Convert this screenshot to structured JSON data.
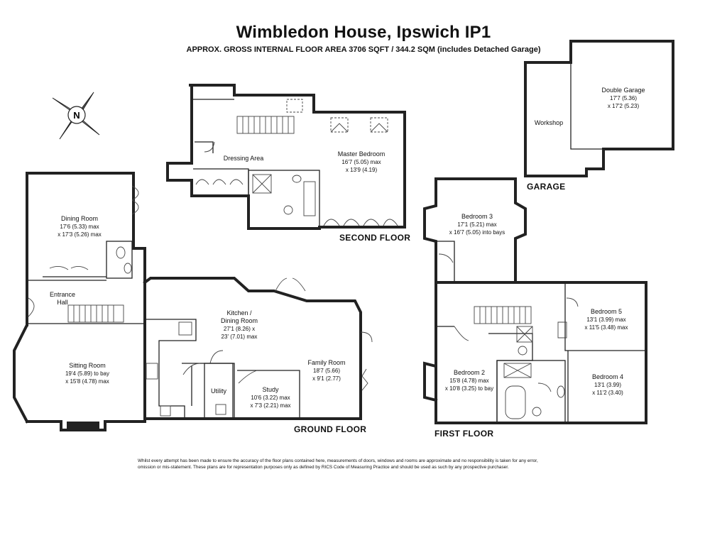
{
  "title": "Wimbledon House, Ipswich IP1",
  "subtitle": "APPROX. GROSS INTERNAL FLOOR AREA 3706 SQFT / 344.2 SQM (includes Detached Garage)",
  "compass": {
    "letter": "N",
    "icon": "compass-rose-icon"
  },
  "floors": {
    "ground": "GROUND FLOOR",
    "first": "FIRST FLOOR",
    "second": "SECOND FLOOR",
    "garage": "GARAGE"
  },
  "rooms": {
    "dining": {
      "name": "Dining Room",
      "d1": "17'6 (5.33) max",
      "d2": "x 17'3 (5.26) max"
    },
    "entrance": {
      "name": "Entrance",
      "d1": "Hall"
    },
    "sitting": {
      "name": "Sitting Room",
      "d1": "19'4 (5.89) to bay",
      "d2": "x 15'8 (4.78) max"
    },
    "kitchen": {
      "name": "Kitchen /",
      "d1": "Dining Room",
      "d2": "27'1 (8.26) x",
      "d3": "23' (7.01) max"
    },
    "family": {
      "name": "Family Room",
      "d1": "18'7 (5.66)",
      "d2": "x 9'1 (2.77)"
    },
    "utility": {
      "name": "Utility"
    },
    "study": {
      "name": "Study",
      "d1": "10'6 (3.22) max",
      "d2": "x 7'3 (2.21) max"
    },
    "dressing": {
      "name": "Dressing Area"
    },
    "master": {
      "name": "Master Bedroom",
      "d1": "16'7 (5.05) max",
      "d2": "x 13'9 (4.19)"
    },
    "bed3": {
      "name": "Bedroom 3",
      "d1": "17'1 (5.21) max",
      "d2": "x 16'7 (5.05) into bays"
    },
    "bed5": {
      "name": "Bedroom 5",
      "d1": "13'1 (3.99) max",
      "d2": "x 11'5 (3.48) max"
    },
    "bed2": {
      "name": "Bedroom 2",
      "d1": "15'8 (4.78) max",
      "d2": "x 10'8 (3.25) to bay"
    },
    "bed4": {
      "name": "Bedroom 4",
      "d1": "13'1 (3.99)",
      "d2": "x 11'2 (3.40)"
    },
    "workshop": {
      "name": "Workshop"
    },
    "garage": {
      "name": "Double Garage",
      "d1": "17'7 (5.36)",
      "d2": "x 17'2 (5.23)"
    }
  },
  "disclaimer": "Whilst every attempt has been made to ensure the accuracy of the floor plans contained here, measurements of doors, windows and rooms are approximate and no responsibility is taken for any error, omission or mis-statement. These plans are for representation purposes only as defined by RICS Code of Measuring Practice and should be used as such by any prospective purchaser."
}
